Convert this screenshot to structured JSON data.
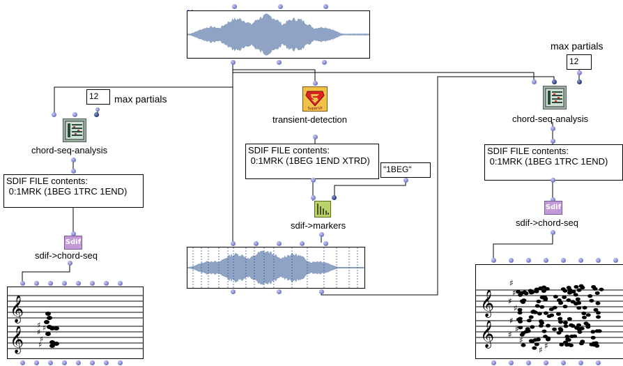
{
  "colors": {
    "wire": "#000000",
    "waveform": "#8fa4c4",
    "port": "#6c72c8",
    "port_dark": "#1f2f6e",
    "accent": "#2233cc"
  },
  "left": {
    "max_partials_value": "12",
    "max_partials_label": "max partials",
    "analysis_label": "chord-seq-analysis",
    "sdif_contents_line1": "SDIF FILE contents:",
    "sdif_contents_line2": " 0:1MRK (1BEG 1TRC 1END)",
    "sdif_icon_text": "Sdif",
    "converter_label": "sdif->chord-seq"
  },
  "center": {
    "transient_label": "transient-detection",
    "sdif_contents_line1": "SDIF FILE contents:",
    "sdif_contents_line2": " 0:1MRK (1BEG 1END XTRD)",
    "marker_type": "\"1BEG\"",
    "markers_label": "sdif->markers"
  },
  "right": {
    "max_partials_label": "max partials",
    "max_partials_value": "12",
    "analysis_label": "chord-seq-analysis",
    "sdif_contents_line1": "SDIF FILE contents:",
    "sdif_contents_line2": " 0:1MRK (1BEG 1TRC 1END)",
    "sdif_icon_text": "Sdif",
    "converter_label": "sdif->chord-seq"
  },
  "icons": {
    "close": "close-icon",
    "analysis": "chord-seq-analysis-icon",
    "transient": "supervp-icon",
    "markers": "markers-icon",
    "sdif": "sdif-icon"
  }
}
